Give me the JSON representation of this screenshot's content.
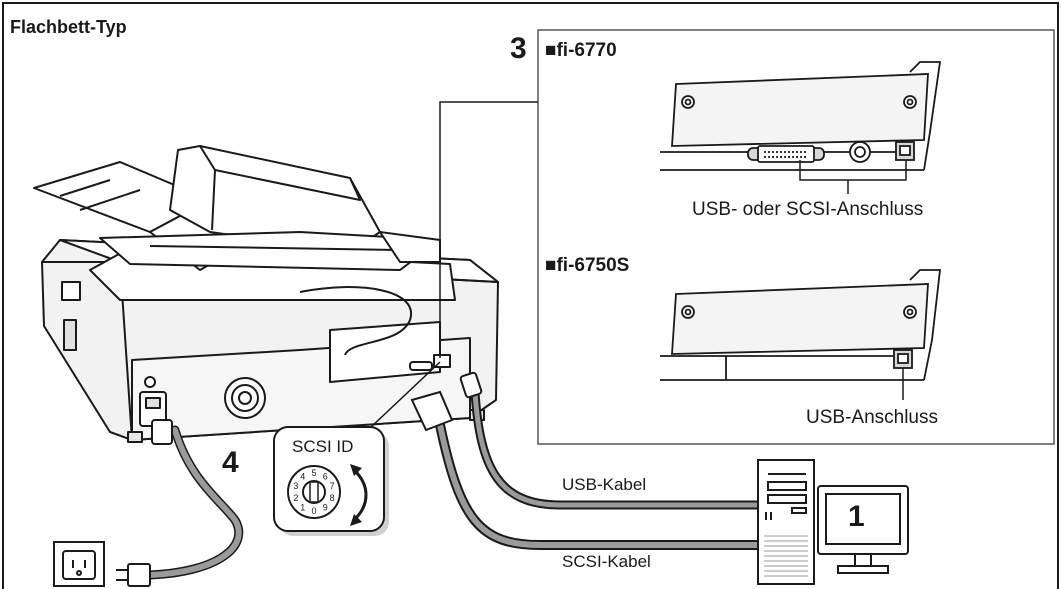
{
  "header": {
    "title": "Flachbett-Typ"
  },
  "steps": {
    "connect_cable": "3",
    "power_cable": "4",
    "computer": "1"
  },
  "models": {
    "top": {
      "name": "■fi-6770",
      "port_caption": "USB- oder SCSI-Anschluss"
    },
    "bottom": {
      "name": "■fi-6750S",
      "port_caption": "USB-Anschluss"
    }
  },
  "scsi_id": {
    "label": "SCSI ID",
    "dial_digits": [
      "0",
      "1",
      "2",
      "3",
      "4",
      "5",
      "6",
      "7",
      "8",
      "9"
    ]
  },
  "cables": {
    "usb": "USB-Kabel",
    "scsi": "SCSI-Kabel"
  },
  "colors": {
    "line": "#1a1a1a",
    "cable_gray": "#9a9a9a",
    "panel_fill": "#f4f4f4",
    "shadow": "#c8c8c8"
  }
}
